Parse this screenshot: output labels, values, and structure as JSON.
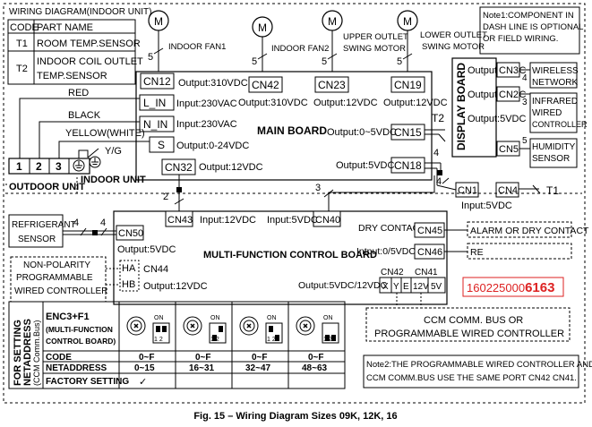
{
  "title": "WIRING DIAGRAM(INDOOR UNIT)",
  "parts_table": {
    "header": [
      "CODE",
      "PART NAME"
    ],
    "rows": [
      {
        "code": "T1",
        "name_lines": [
          "ROOM TEMP.SENSOR"
        ]
      },
      {
        "code": "T2",
        "name_lines": [
          "INDOOR COIL OUTLET",
          "TEMP.SENSOR"
        ]
      }
    ]
  },
  "note1_lines": [
    "Note1:COMPONENT IN",
    "DASH LINE IS OPTIONAL",
    "OR FIELD WIRING."
  ],
  "motors": [
    {
      "symbol": "M",
      "label": "INDOOR FAN1",
      "pins": "5"
    },
    {
      "symbol": "M",
      "label": "INDOOR FAN2",
      "pins": "5"
    },
    {
      "symbol": "M",
      "label_lines": [
        "UPPER OUTLET",
        "SWING MOTOR"
      ],
      "pins": "5"
    },
    {
      "symbol": "M",
      "label_lines": [
        "LOWER OUTLET",
        "SWING MOTOR"
      ],
      "pins": "5"
    }
  ],
  "main_board": {
    "label": "MAIN BOARD",
    "connectors": {
      "cn12": {
        "name": "CN12",
        "output": "Output:310VDC"
      },
      "cn42": {
        "name": "CN42",
        "output": "Output:310VDC"
      },
      "cn23": {
        "name": "CN23",
        "output": "Output:12VDC"
      },
      "cn19": {
        "name": "CN19",
        "output": "Output:12VDC"
      },
      "l_in": {
        "name": "L_IN",
        "input": "Input:230VAC"
      },
      "n_in": {
        "name": "N_IN",
        "input": "Input:230VAC"
      },
      "s": {
        "name": "S",
        "output": "Output:0-24VDC"
      },
      "cn32": {
        "name": "CN32",
        "output": "Output:12VDC"
      },
      "cn15": {
        "name": "CN15",
        "output": "Output:0~5VDC"
      },
      "cn18": {
        "name": "CN18",
        "output": "Output:5VDC"
      }
    }
  },
  "display_board": {
    "label": "DISPLAY BOARD",
    "cn1": {
      "name": "CN1",
      "input": "Input:5VDC"
    },
    "cn4": "CN4",
    "t1": "T1",
    "t2": "T2",
    "outputs": [
      {
        "connector": "CN3",
        "output": "Output:5VDC",
        "pins": "4",
        "device_lines": [
          "WIRELESS",
          "NETWORK"
        ]
      },
      {
        "connector": "CN2",
        "output": "Output:5VDC",
        "pins": "3",
        "device_lines": [
          "INFRARED",
          "WIRED",
          "CONTROLLER"
        ]
      },
      {
        "connector": "CN5",
        "output": "Output:5VDC",
        "pins": "5",
        "device_lines": [
          "HUMIDITY",
          "SENSOR"
        ]
      }
    ]
  },
  "terminals": {
    "labels": [
      "1",
      "2",
      "3"
    ],
    "yg": "Y/G",
    "indoor_unit": "INDOOR UNIT",
    "outdoor_unit": "OUTDOOR UNIT"
  },
  "wires": {
    "red": "RED",
    "black": "BLACK",
    "yellow_white": "YELLOW(WHITE)"
  },
  "wire_counts": {
    "cn18_a": "4",
    "cn18_b": "4",
    "cn32": "2",
    "cn40": "3",
    "refrigerant_a": "4",
    "refrigerant_b": "4"
  },
  "refrigerant_sensor_lines": [
    "REFRIGERANT",
    "SENSOR"
  ],
  "mfc_board": {
    "label": "MULTI-FUNCTION CONTROL BOARD",
    "cn43": {
      "name": "CN43",
      "input": "Input:12VDC"
    },
    "cn40": {
      "name": "CN40",
      "input": "Input:5VDC"
    },
    "cn50": {
      "name": "CN50",
      "output": "Output:5VDC"
    },
    "cn44": {
      "name": "CN44",
      "output": "Output:12VDC"
    },
    "ha": "HA",
    "hb": "HB",
    "cn45": {
      "name": "CN45",
      "label": "DRY CONTACT"
    },
    "cn46": {
      "name": "CN46",
      "label": "Intput:0/5VDC"
    },
    "cn42": "CN42",
    "cn41": "CN41",
    "cn42_pins": [
      "X",
      "Y",
      "E"
    ],
    "cn41_pins": [
      "12V",
      "5V"
    ],
    "bus_output": "Output:5VDC/12VDC"
  },
  "alarm": "ALARM OR DRY CONTACT",
  "remote_partial": "RE",
  "part_number": {
    "prefix": "160225000",
    "suffix": "6163"
  },
  "non_polarity_lines": [
    "NON-POLARITY",
    "PROGRAMMABLE",
    "WIRED CONTROLLER"
  ],
  "ccm_lines": [
    "CCM COMM. BUS OR",
    "PROGRAMMABLE WIRED CONTROLLER"
  ],
  "note2_lines": [
    "Note2:THE PROGRAMMABLE WIRED CONTROLLER AND",
    "CCM COMM.BUS USE THE SAME PORT CN42 CN41."
  ],
  "setting_table": {
    "side_lines": [
      "FOR SETTING",
      "NETADDRESS",
      "(CCM Comm.Bus)"
    ],
    "header_lines": [
      "ENC3+F1",
      "(MULTI-FUNCTION",
      "CONTROL BOARD)"
    ],
    "switch_on": "ON",
    "switch_pins": "1 2",
    "rows": [
      {
        "label": "CODE",
        "values": [
          "0~F",
          "0~F",
          "0~F",
          "0~F"
        ]
      },
      {
        "label": "NETADDRESS",
        "values": [
          "0~15",
          "16~31",
          "32~47",
          "48~63"
        ]
      },
      {
        "label": "FACTORY SETTING",
        "values": [
          "✓",
          "",
          "",
          ""
        ]
      }
    ]
  },
  "caption": "Fig. 15 – Wiring Diagram Sizes 09K, 12K, 16"
}
